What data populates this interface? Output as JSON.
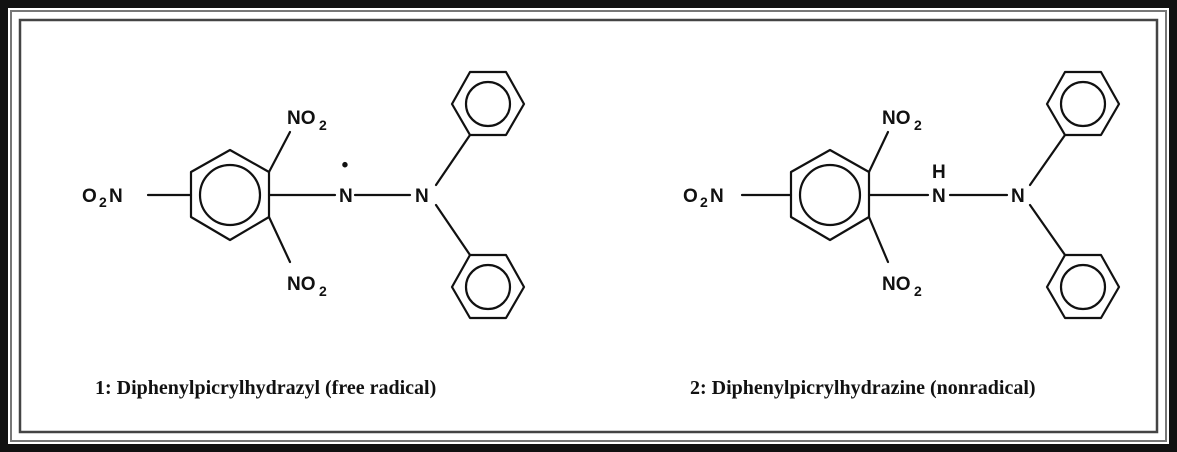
{
  "molecules": [
    {
      "caption": "1: Diphenylpicrylhydrazyl (free radical)",
      "groups": {
        "nitro_para": "O",
        "nitro_para_sub": "2",
        "nitro_para_n": "N",
        "nitro_top": "NO",
        "nitro_top_sub": "2",
        "nitro_bottom": "NO",
        "nitro_bottom_sub": "2",
        "n1": "N",
        "n2": "N",
        "radical_dot": "•"
      }
    },
    {
      "caption": "2: Diphenylpicrylhydrazine (nonradical)",
      "groups": {
        "nitro_para": "O",
        "nitro_para_sub": "2",
        "nitro_para_n": "N",
        "nitro_top": "NO",
        "nitro_top_sub": "2",
        "nitro_bottom": "NO",
        "nitro_bottom_sub": "2",
        "n1": "N",
        "n2": "N",
        "hydrogen": "H"
      }
    }
  ],
  "colors": {
    "border": "#111111",
    "inner_border": "#555555",
    "ink": "#111111",
    "background": "#ffffff"
  }
}
